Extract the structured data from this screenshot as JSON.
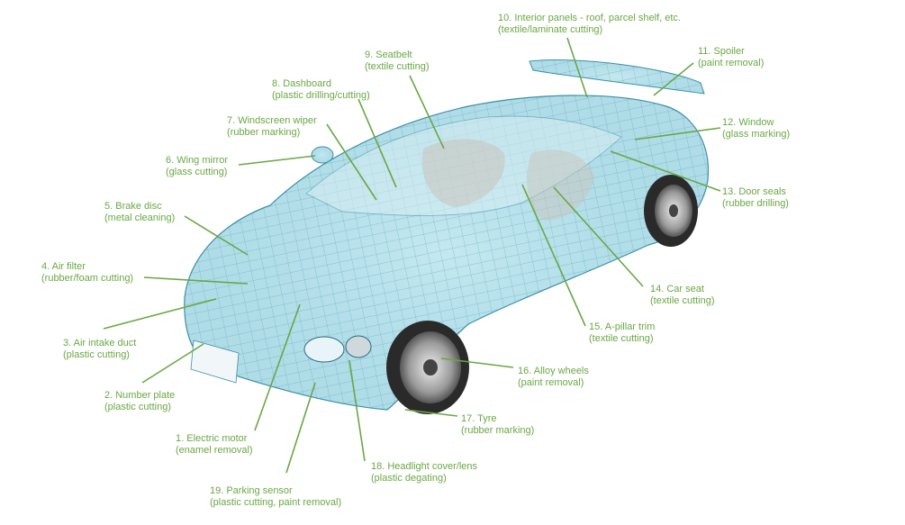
{
  "accent_color": "#6aa744",
  "car_color": "#5fb3c8",
  "labels": [
    {
      "id": "1",
      "title": "1. Electric motor",
      "sub": "(enamel removal)"
    },
    {
      "id": "2",
      "title": "2. Number plate",
      "sub": "(plastic cutting)"
    },
    {
      "id": "3",
      "title": "3. Air intake duct",
      "sub": "(plastic cutting)"
    },
    {
      "id": "4",
      "title": "4. Air filter",
      "sub": "(rubber/foam cutting)"
    },
    {
      "id": "5",
      "title": "5. Brake disc",
      "sub": "(metal cleaning)"
    },
    {
      "id": "6",
      "title": "6. Wing mirror",
      "sub": "(glass cutting)"
    },
    {
      "id": "7",
      "title": "7. Windscreen wiper",
      "sub": "(rubber marking)"
    },
    {
      "id": "8",
      "title": "8. Dashboard",
      "sub": "(plastic drilling/cutting)"
    },
    {
      "id": "9",
      "title": "9. Seatbelt",
      "sub": "(textile cutting)"
    },
    {
      "id": "10",
      "title": "10. Interior panels - roof, parcel shelf, etc.",
      "sub": "(textile/laminate cutting)"
    },
    {
      "id": "11",
      "title": "11. Spoiler",
      "sub": "(paint removal)"
    },
    {
      "id": "12",
      "title": "12. Window",
      "sub": "(glass marking)"
    },
    {
      "id": "13",
      "title": "13. Door seals",
      "sub": "(rubber drilling)"
    },
    {
      "id": "14",
      "title": "14. Car seat",
      "sub": "(textile cutting)"
    },
    {
      "id": "15",
      "title": "15. A-pillar trim",
      "sub": "(textile cutting)"
    },
    {
      "id": "16",
      "title": "16. Alloy wheels",
      "sub": "(paint removal)"
    },
    {
      "id": "17",
      "title": "17. Tyre",
      "sub": "(rubber marking)"
    },
    {
      "id": "18",
      "title": "18. Headlight cover/lens",
      "sub": "(plastic degating)"
    },
    {
      "id": "19",
      "title": "19. Parking sensor",
      "sub": "(plastic cutting, paint removal)"
    }
  ]
}
